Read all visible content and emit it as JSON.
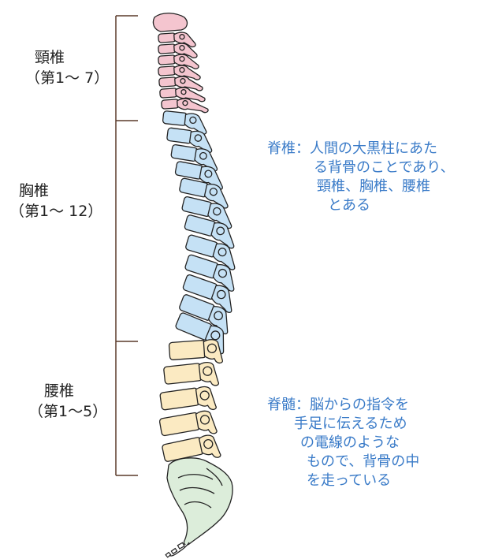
{
  "regions": {
    "cervical": {
      "name": "頸椎",
      "range": "（第1～ 7）",
      "color": "#f4c5cf"
    },
    "thoracic": {
      "name": "胸椎",
      "range": "（第1～ 12）",
      "color": "#c5e1f5"
    },
    "lumbar": {
      "name": "腰椎",
      "range": "（第1～5）",
      "color": "#fbeac2"
    },
    "sacrum": {
      "color": "#dcedda"
    }
  },
  "notes": {
    "spine": {
      "title": "脊椎：",
      "lines": [
        "人間の大黒柱にあた",
        "る背骨のことであり、",
        "頸椎、胸椎、腰椎",
        "とある"
      ]
    },
    "cord": {
      "title": "脊髄：",
      "lines": [
        "脳からの指令を",
        "手足に伝えるため",
        "の電線のような",
        "もので、背骨の中",
        "を走っている"
      ]
    }
  },
  "colors": {
    "note_text": "#3a7bc8",
    "bracket": "#5a3a2a",
    "outline": "#222222"
  }
}
